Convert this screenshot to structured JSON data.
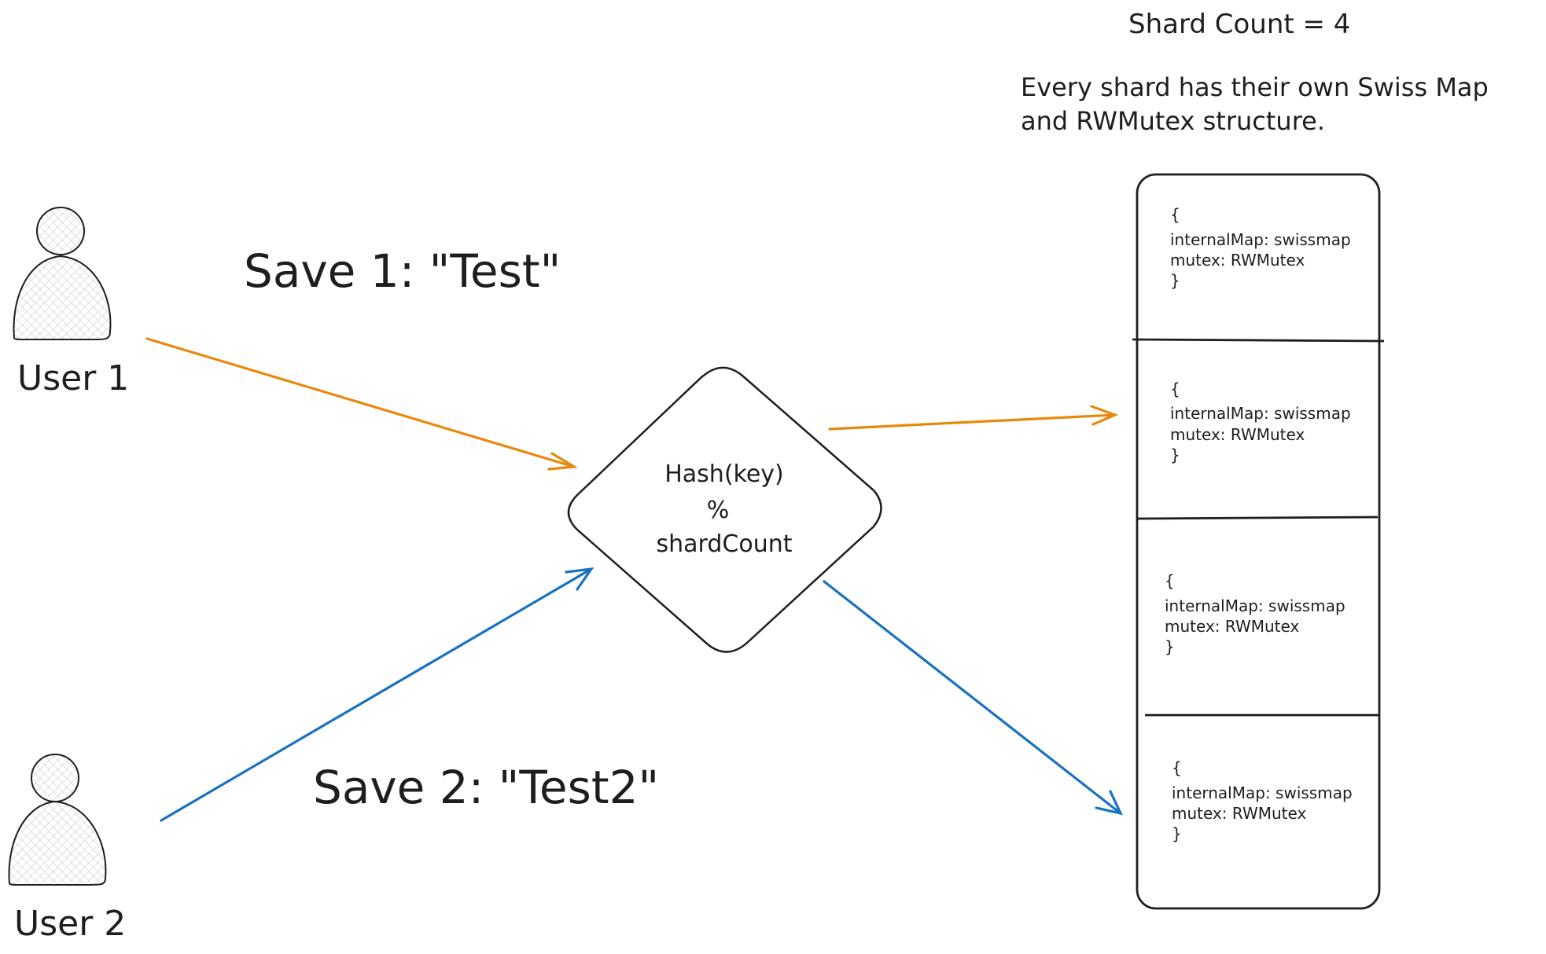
{
  "header": {
    "shard_count_label": "Shard Count = 4",
    "description_line1": "Every shard has their own Swiss Map",
    "description_line2": "and RWMutex structure."
  },
  "users": [
    {
      "label": "User 1"
    },
    {
      "label": "User 2"
    }
  ],
  "operations": [
    {
      "label": "Save 1: \"Test\"",
      "color": "#e8890c"
    },
    {
      "label": "Save 2: \"Test2\"",
      "color": "#1971c2"
    }
  ],
  "hash_node": {
    "line1": "Hash(key)",
    "line2": "%",
    "line3": "shardCount"
  },
  "shards": [
    {
      "open": "{",
      "map_line": "internalMap: swissmap",
      "mutex_line": "mutex: RWMutex",
      "close": "}"
    },
    {
      "open": "{",
      "map_line": "internalMap: swissmap",
      "mutex_line": "mutex: RWMutex",
      "close": "}"
    },
    {
      "open": "{",
      "map_line": "internalMap: swissmap",
      "mutex_line": "mutex: RWMutex",
      "close": "}"
    },
    {
      "open": "{",
      "map_line": "internalMap: swissmap",
      "mutex_line": "mutex: RWMutex",
      "close": "}"
    }
  ],
  "colors": {
    "stroke": "#1e1e1e",
    "orange_arrow": "#e8890c",
    "blue_arrow": "#1971c2",
    "person_fill": "#e9ecef"
  }
}
